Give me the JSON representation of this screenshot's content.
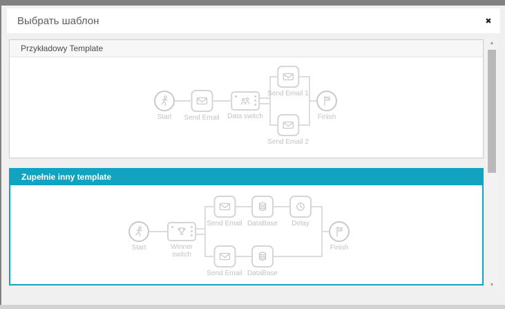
{
  "accent_color": "#12a3c1",
  "window": {
    "title": "Выбрать шаблон",
    "close_icon": "✖"
  },
  "scrollbar": {
    "up_icon": "▲",
    "down_icon": "▼"
  },
  "templates": [
    {
      "title": "Przykładowy Template",
      "selected": false,
      "nodes": [
        {
          "label": "Start",
          "icon": "run-icon"
        },
        {
          "label": "Send Email",
          "icon": "envelope-icon"
        },
        {
          "label": "Data switch",
          "icon": "people-icon"
        },
        {
          "label": "Send Email 1",
          "icon": "envelope-icon"
        },
        {
          "label": "Send Email 2",
          "icon": "envelope-icon"
        },
        {
          "label": "Finish",
          "icon": "flag-icon"
        }
      ]
    },
    {
      "title": "Zupełnie inny template",
      "selected": true,
      "nodes": [
        {
          "label": "Start",
          "icon": "run-icon"
        },
        {
          "label": "Winner switch",
          "icon": "trophy-icon"
        },
        {
          "label": "Send Email",
          "icon": "envelope-icon"
        },
        {
          "label": "DataBase",
          "icon": "database-icon"
        },
        {
          "label": "Delay",
          "icon": "clock-icon"
        },
        {
          "label": "Send Email",
          "icon": "envelope-icon"
        },
        {
          "label": "DataBase",
          "icon": "database-icon"
        },
        {
          "label": "Finish",
          "icon": "flag-icon"
        }
      ]
    }
  ]
}
